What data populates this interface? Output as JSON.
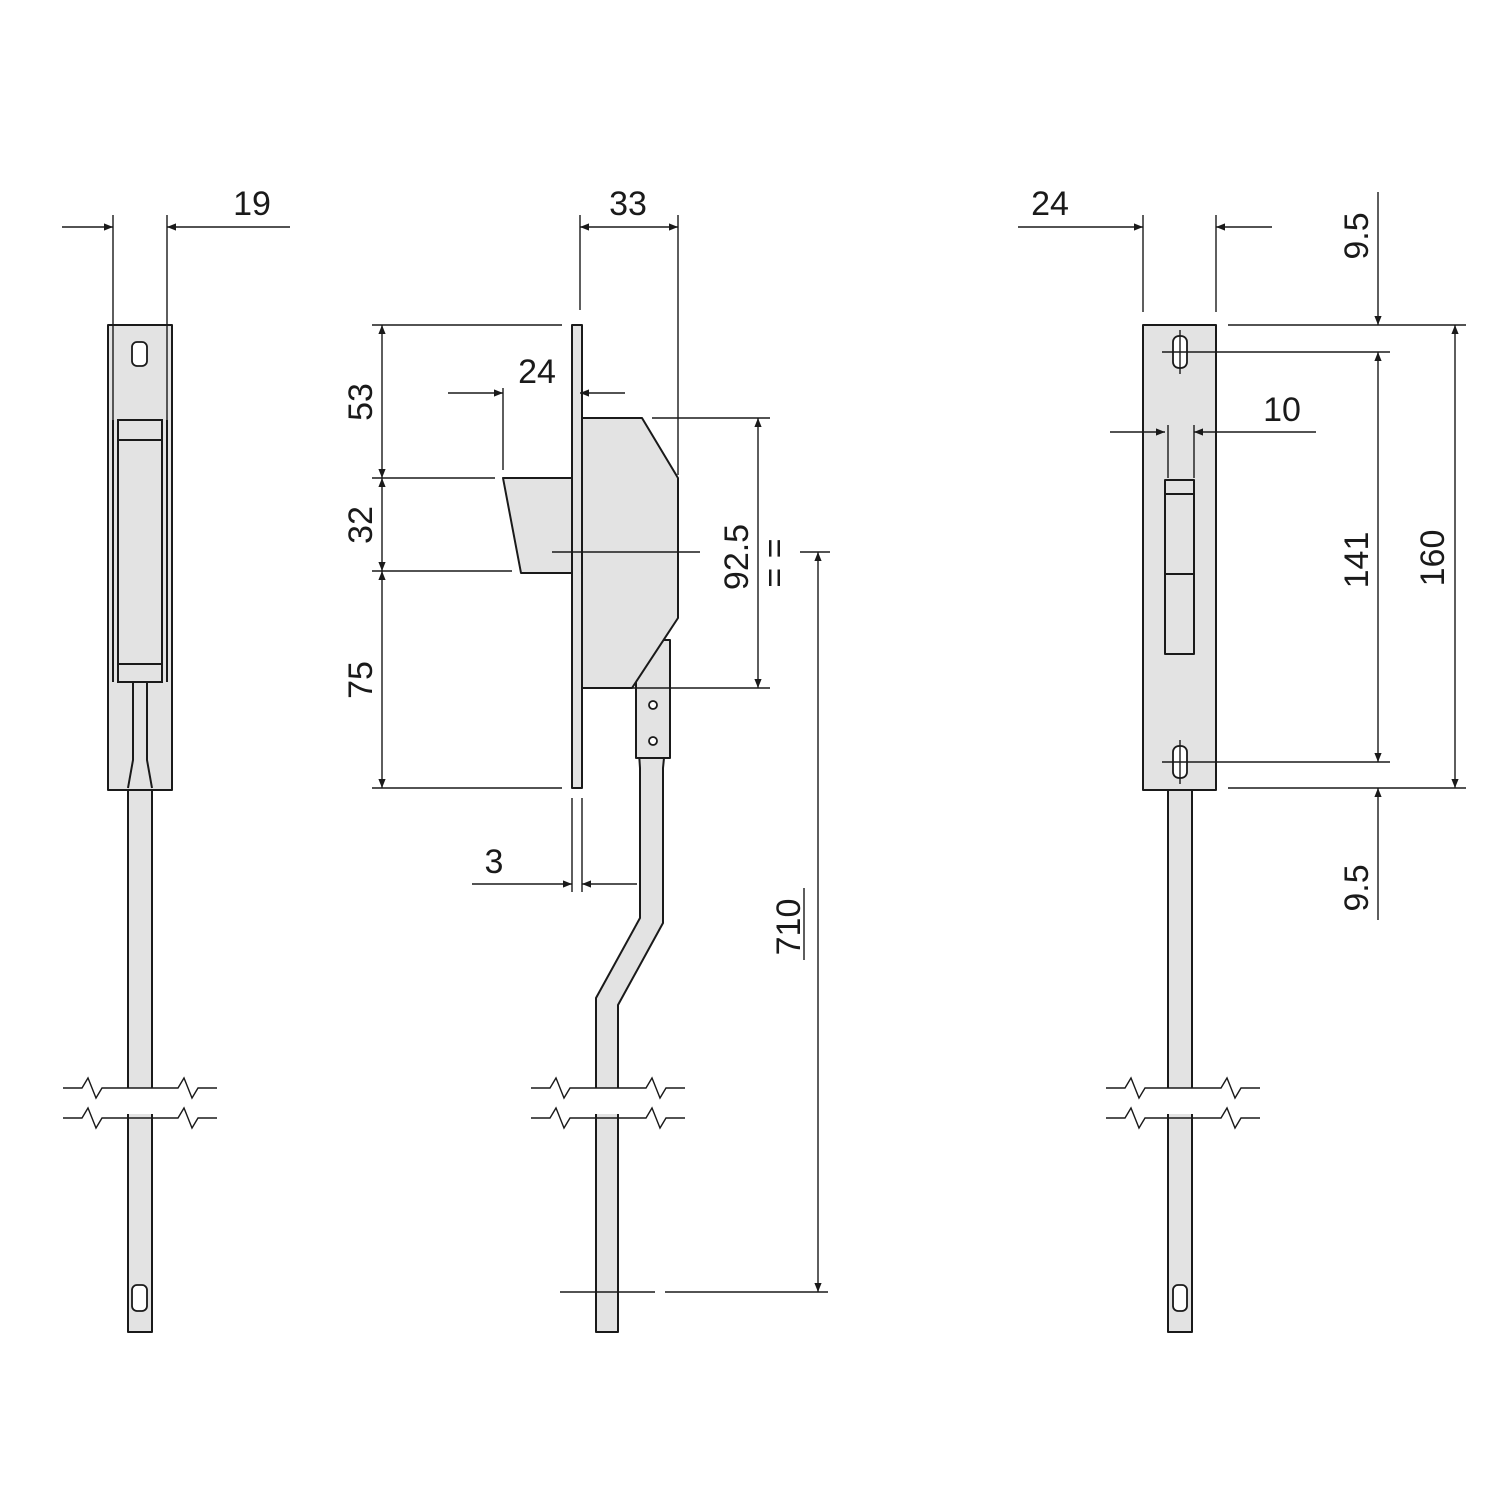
{
  "dimensions": {
    "left_width": "19",
    "mid_overall_width": "33",
    "mid_bolt_width": "24",
    "mid_top": "53",
    "mid_bolt_height": "32",
    "mid_bottom": "75",
    "mid_case_height": "92.5",
    "mid_equal_mark": "= =",
    "mid_offset": "3",
    "mid_rod_length": "710",
    "right_width": "24",
    "right_slot_width": "10",
    "right_top_margin": "9.5",
    "right_hole_spacing": "141",
    "right_overall_height": "160",
    "right_bottom_margin": "9.5"
  }
}
